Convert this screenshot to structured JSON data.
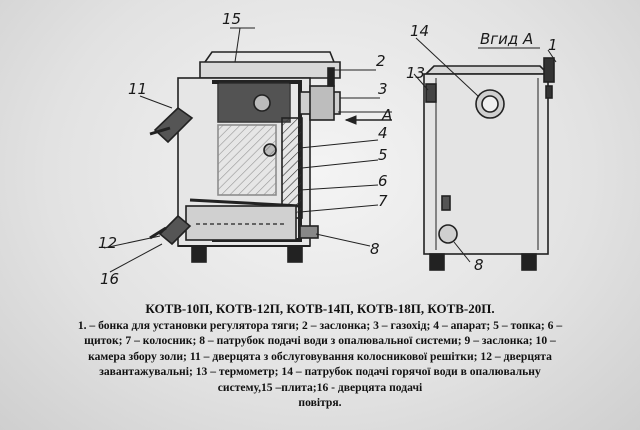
{
  "labels": {
    "n1": "1",
    "n2": "2",
    "n3": "3",
    "n4": "4",
    "n5": "5",
    "n6": "6",
    "n7": "7",
    "n8_left": "8",
    "n8_right": "8",
    "n11": "11",
    "n12": "12",
    "n13": "13",
    "n14": "14",
    "n15": "15",
    "n16": "16",
    "arrow_a": "A",
    "view_a": "Вгид А"
  },
  "caption": {
    "title": "КОТВ-10П, КОТВ-12П, КОТВ-14П, КОТВ-18П, КОТВ-20П.",
    "legend_lines": [
      "1. – бонка для установки регулятора тяги; 2 – заслонка; 3 – газохід; 4 – апарат; 5 – топка; 6 –",
      "щиток; 7 – колосник; 8 – патрубок подачі води з опалювальної системи; 9 – заслонка; 10 –",
      "камера збору золи; 11 – дверцята з обслуговування колосникової решітки; 12 – дверцята",
      "завантажувальні; 13 – термометр; 14 – патрубок подачі горячої води в опалювальну",
      "систему,15 –плита;16 - дверцята подачі",
      "повітря."
    ]
  }
}
